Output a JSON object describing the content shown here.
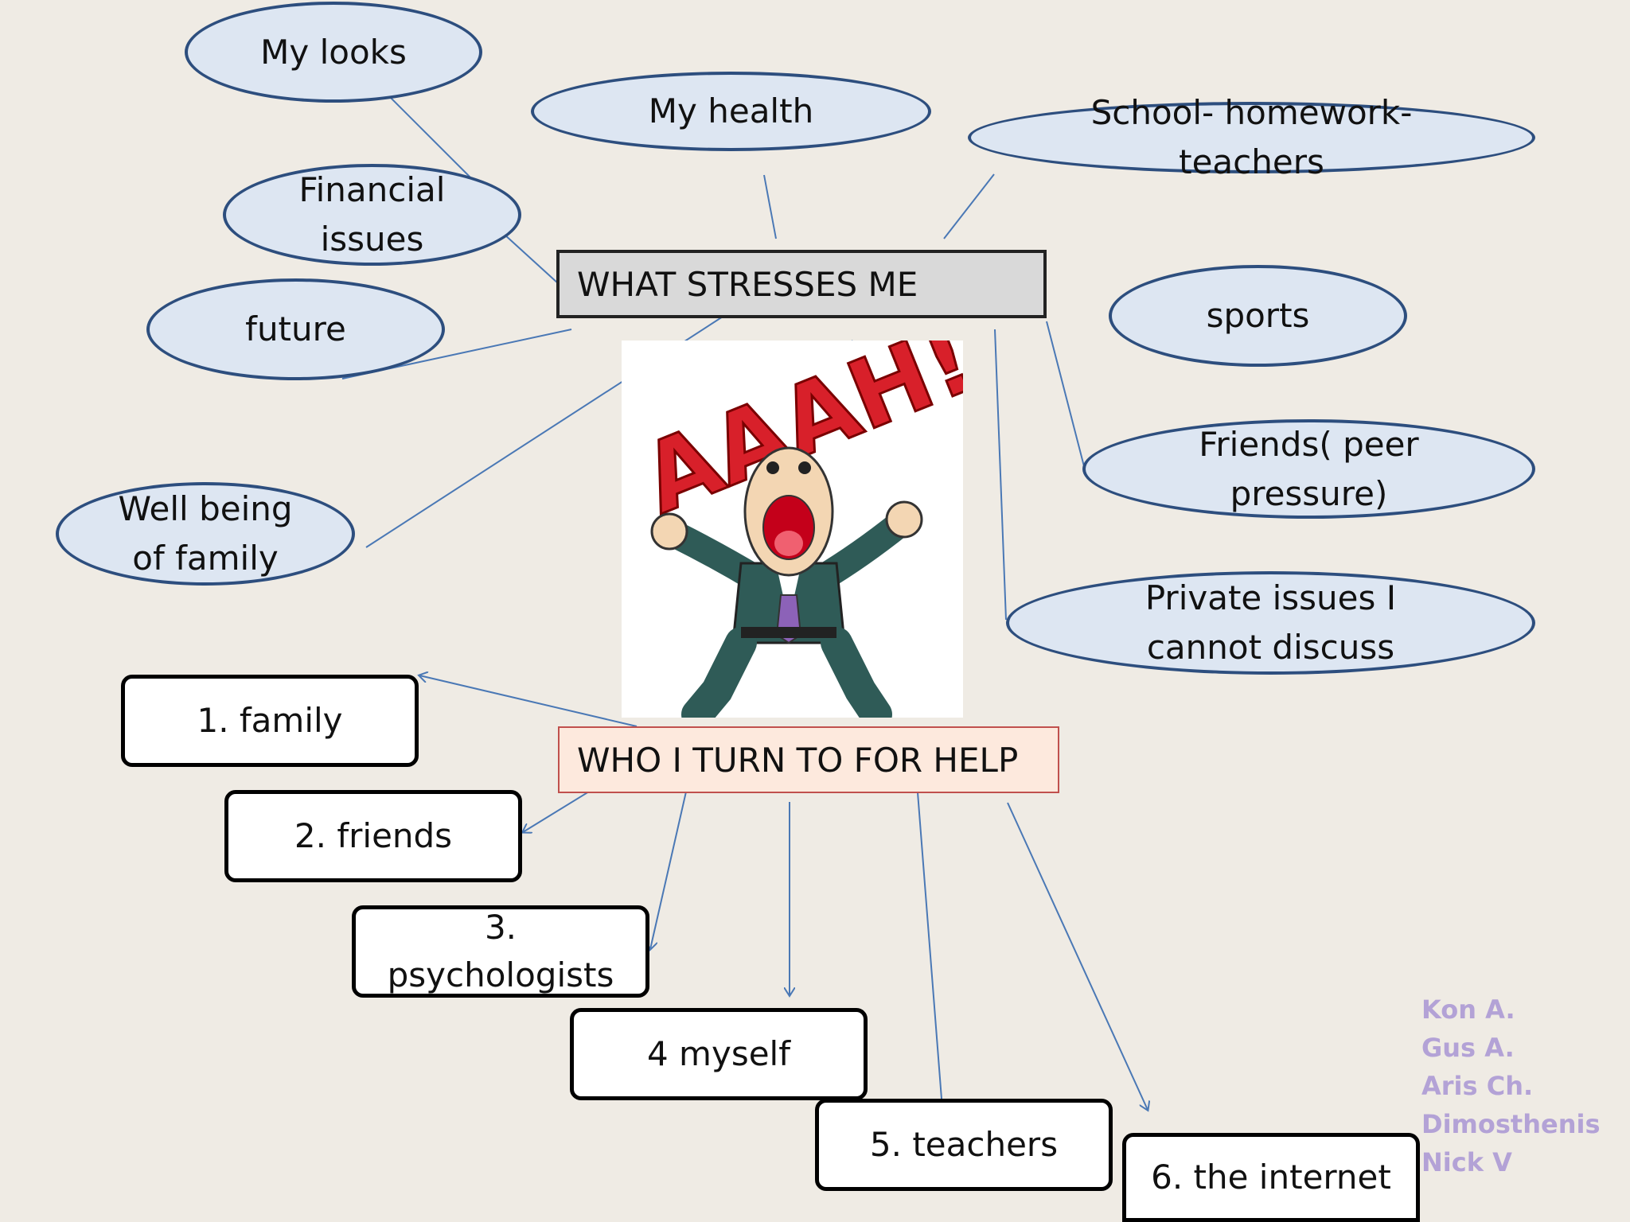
{
  "stress_title": "WHAT STRESSES ME",
  "help_title": "WHO I TURN TO FOR HELP",
  "stressors": {
    "looks": "My looks",
    "health": "My health",
    "school": [
      "School- homework-",
      "teachers"
    ],
    "financial": [
      "Financial",
      "issues"
    ],
    "future": "future",
    "sports": "sports",
    "friends": [
      "Friends( peer",
      "pressure)"
    ],
    "wellbeing": [
      "Well being",
      "of family"
    ],
    "private": [
      "Private issues I",
      "cannot discuss"
    ]
  },
  "helpers": {
    "family": "1. family",
    "friends": "2. friends",
    "psychologists": [
      "3.",
      "psychologists"
    ],
    "myself": "4 myself",
    "teachers": "5. teachers",
    "internet": "6. the internet"
  },
  "cartoon_text": "AAAH!",
  "credits": [
    "Kon A.",
    "Gus A.",
    "Aris Ch.",
    "Dimosthenis",
    "Nick V"
  ]
}
